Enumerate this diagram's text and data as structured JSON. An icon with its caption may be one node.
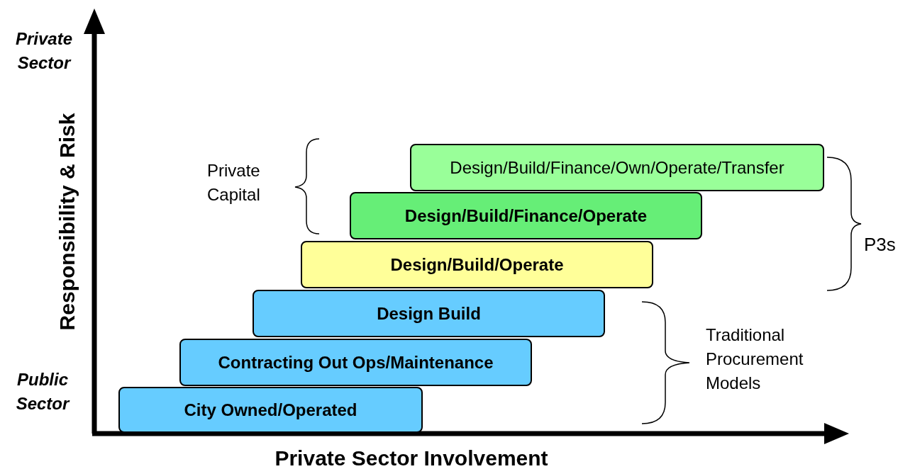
{
  "diagram": {
    "nodes": [
      {
        "text": [
          "Design/Build/Finance/Own/Operate/Transfer"
        ]
      },
      {
        "text": [
          "Design/Build/Finance/Operate"
        ]
      },
      {
        "text": [
          "Design/Build/Operate"
        ]
      },
      {
        "text": [
          "Design Build"
        ]
      },
      {
        "text": [
          "Contracting Out Ops/Maintenance"
        ]
      },
      {
        "text": [
          "City Owned/Operated"
        ]
      }
    ],
    "edges": [],
    "labels": [
      "Private Sector",
      "Responsibility & Risk",
      "Private Capital",
      "P3s",
      "Traditional Procurement Models",
      "Public Sector",
      "Private Sector Involvement"
    ]
  }
}
